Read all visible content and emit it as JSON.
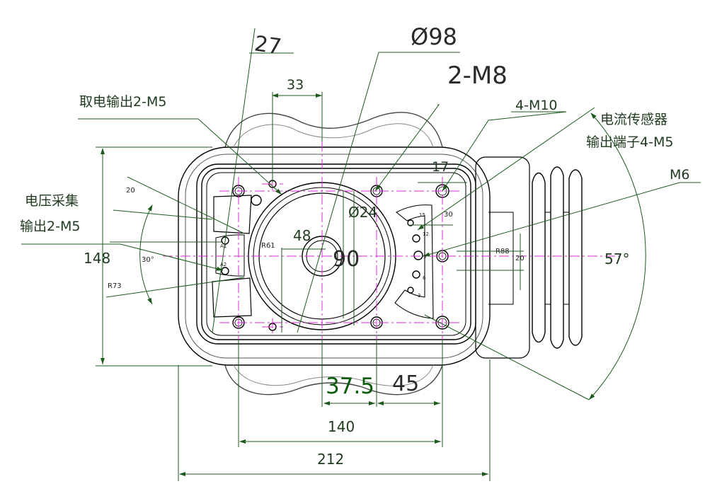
{
  "callouts": {
    "power_tap": "取电输出2-M5",
    "voltage_line1": "电压采集",
    "voltage_line2": "输出2-M5",
    "current_line1": "电流传感器",
    "current_line2": "输出端子4-M5",
    "m8": "2-M8",
    "m10": "4-M10",
    "m6": "M6"
  },
  "dimensions": {
    "d98": "Ø98",
    "d24": "Ø24",
    "d27": "27",
    "d33": "33",
    "d17": "17",
    "d48": "48",
    "d90": "90",
    "d148": "148",
    "d140": "140",
    "d212": "212",
    "d37_5": "37.5",
    "d45": "45",
    "a57": "57°",
    "a30": "30°",
    "s20a": "20",
    "s20b": "20",
    "s30": "30",
    "r61": "R61",
    "r73": "R73",
    "r88": "R88"
  },
  "scale_marks": {
    "left_arc": [
      "A1",
      "A2"
    ],
    "right_arc": [
      "15",
      "12",
      "9",
      "6",
      "3"
    ]
  },
  "colors": {
    "outline": "#000000",
    "dimension": "#1c5a1c",
    "centerline": "#d62ad6",
    "highlight": "#0d5c0d"
  }
}
